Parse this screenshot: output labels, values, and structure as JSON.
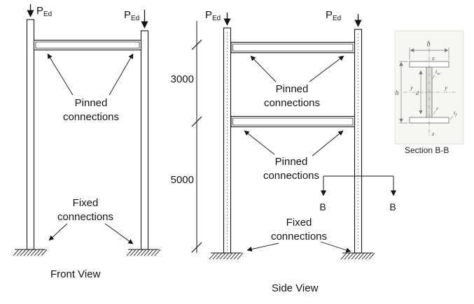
{
  "loads": {
    "symbol": "P",
    "subscript": "Ed"
  },
  "connections": {
    "pinned_line1": "Pinned",
    "pinned_line2": "connections",
    "fixed_line1": "Fixed",
    "fixed_line2": "connections"
  },
  "dimensions": {
    "storey_upper": "3000",
    "storey_lower": "5000"
  },
  "section_cut": {
    "marker_left": "B",
    "marker_right": "B"
  },
  "views": {
    "front": "Front View",
    "side": "Side View"
  },
  "section_detail": {
    "caption": "Section B-B",
    "dim_b": "b",
    "axis_z_top": "z",
    "axis_z_bottom": "z",
    "axis_y_left": "y",
    "axis_y_right": "y",
    "dim_h": "h",
    "dim_d": "d",
    "dim_tw_main": "t",
    "dim_tw_sub": "w",
    "dim_tf_main": "t",
    "dim_tf_sub": "f",
    "dim_r": "r"
  }
}
